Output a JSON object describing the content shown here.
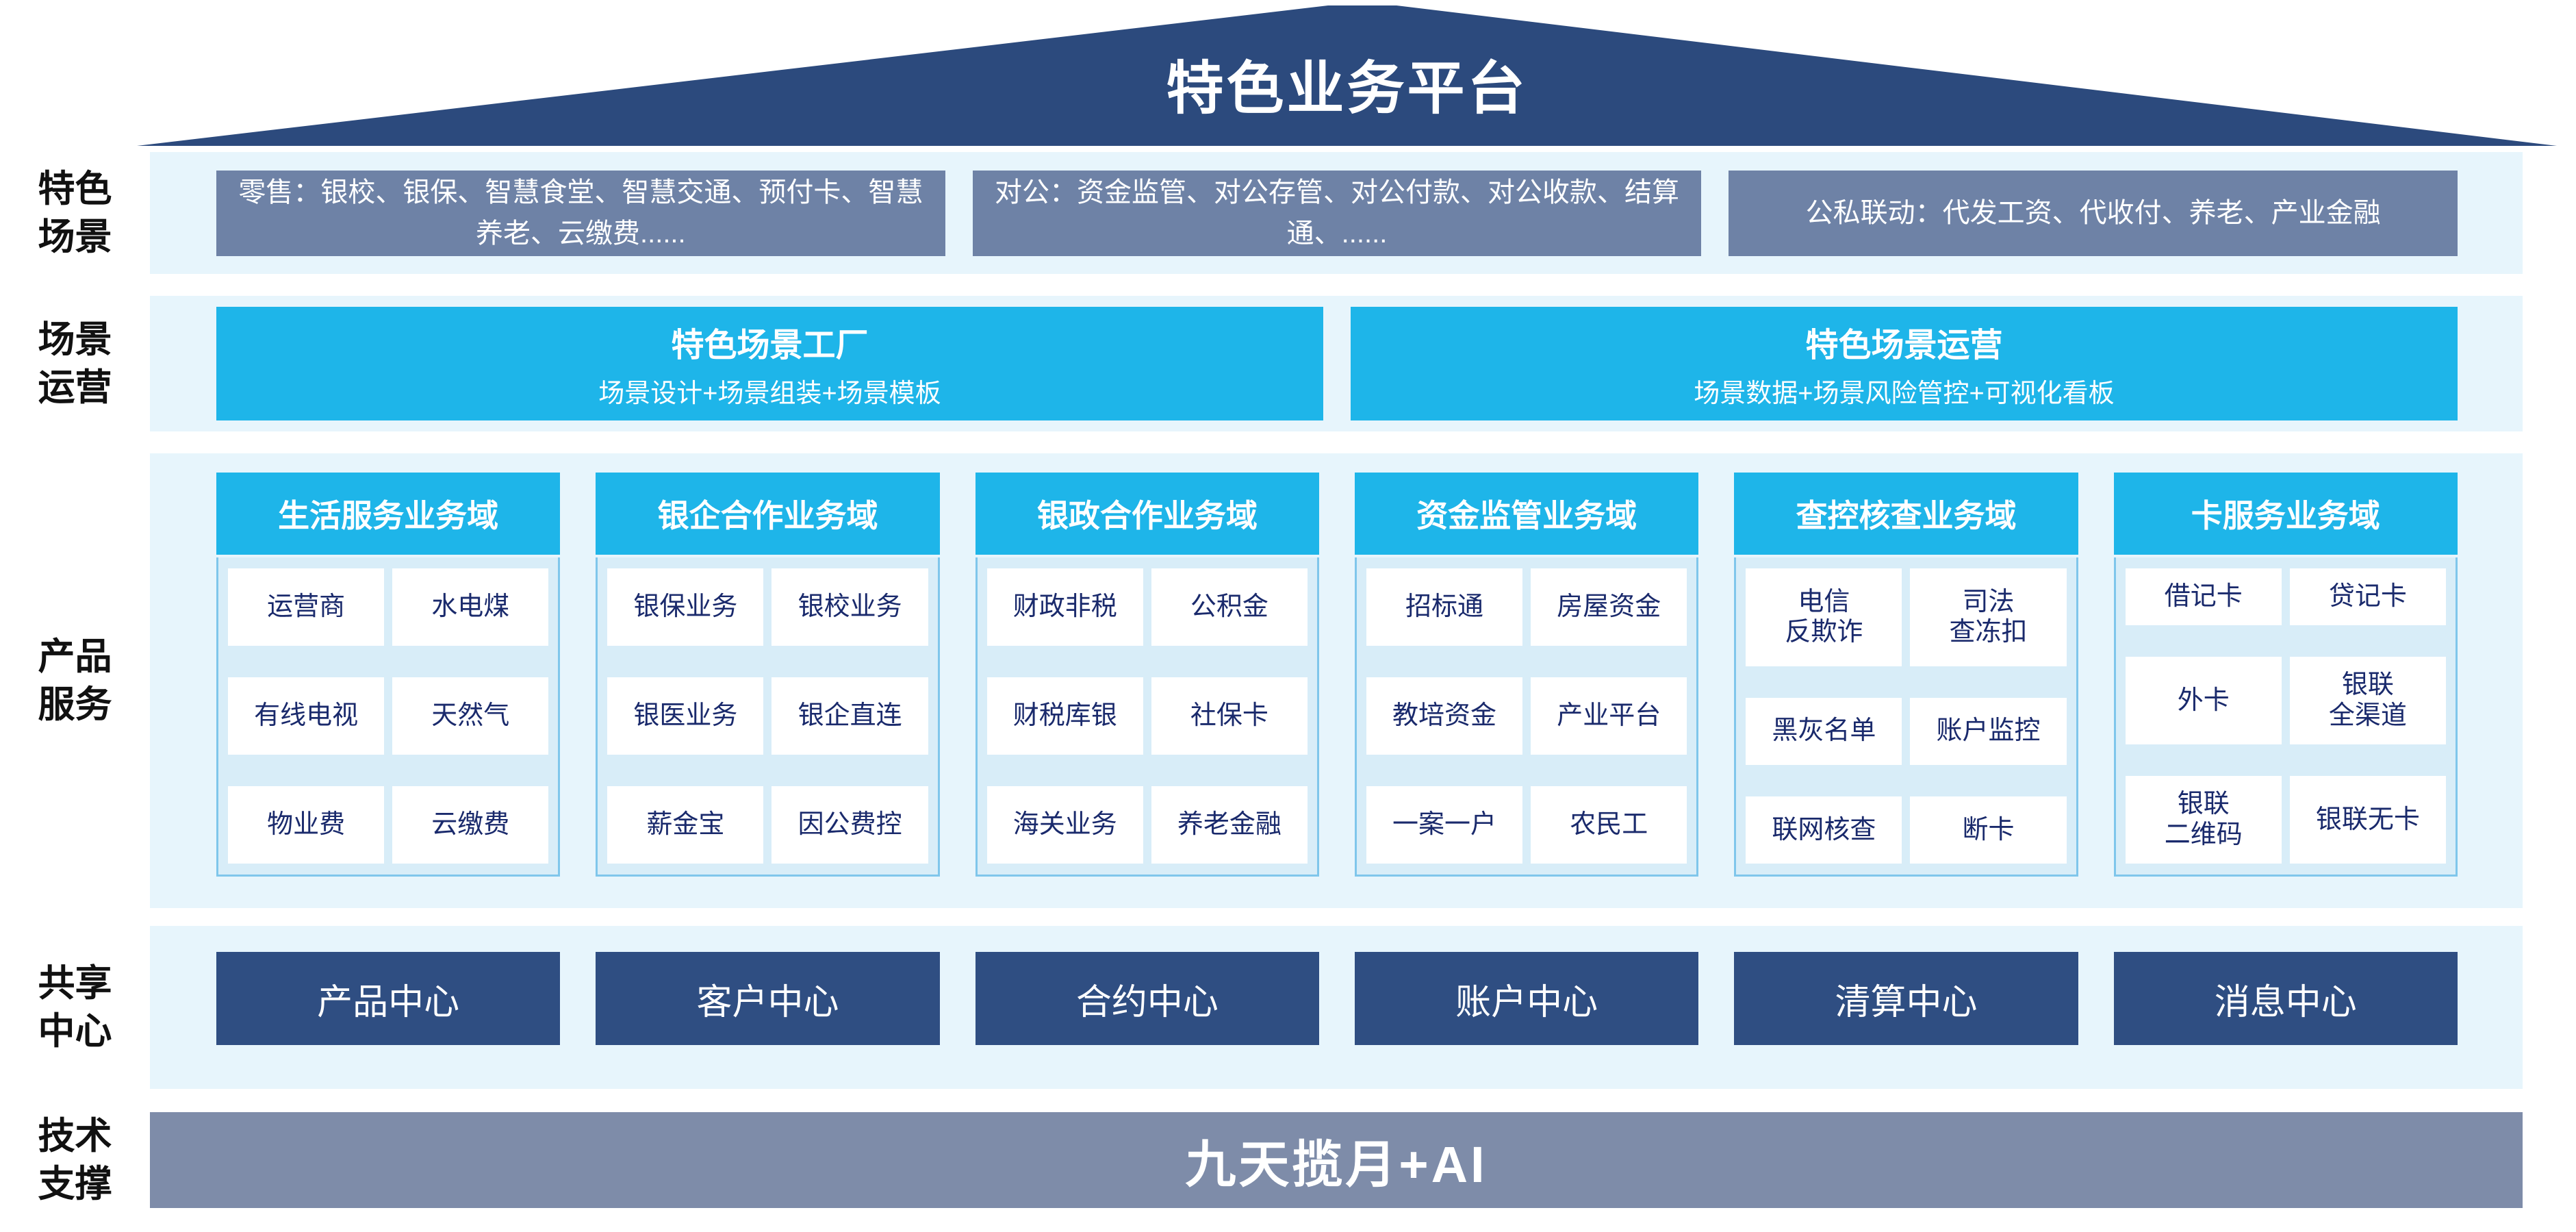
{
  "page": {
    "title": "特色业务平台"
  },
  "colors": {
    "roof_navy": "#2c4a7d",
    "cyan": "#1eb5e9",
    "band_light_blue": "#e7f5fc",
    "slate_box": "#6e82a6",
    "card_body": "#d8edf8",
    "cell_text_navy": "#1a2a6c",
    "center_navy": "#2f4e82",
    "tech_gray": "#7e8ca9"
  },
  "side_labels": [
    {
      "id": "scenes",
      "text": "特色\n场景"
    },
    {
      "id": "operation",
      "text": "场景\n运营"
    },
    {
      "id": "products",
      "text": "产品\n服务"
    },
    {
      "id": "centers",
      "text": "共享\n中心"
    },
    {
      "id": "tech",
      "text": "技术\n支撑"
    }
  ],
  "scenes": {
    "boxes": [
      "零售：银校、银保、智慧食堂、智慧交通、预付卡、智慧养老、云缴费......",
      "对公：资金监管、对公存管、对公付款、对公收款、结算通、......",
      "公私联动：代发工资、代收付、养老、产业金融"
    ]
  },
  "operation": {
    "blocks": [
      {
        "title": "特色场景工厂",
        "subtitle": "场景设计+场景组装+场景模板"
      },
      {
        "title": "特色场景运营",
        "subtitle": "场景数据+场景风险管控+可视化看板"
      }
    ]
  },
  "products": {
    "domains": [
      {
        "title": "生活服务业务域",
        "items": [
          "运营商",
          "水电煤",
          "有线电视",
          "天然气",
          "物业费",
          "云缴费"
        ]
      },
      {
        "title": "银企合作业务域",
        "items": [
          "银保业务",
          "银校业务",
          "银医业务",
          "银企直连",
          "薪金宝",
          "因公费控"
        ]
      },
      {
        "title": "银政合作业务域",
        "items": [
          "财政非税",
          "公积金",
          "财税库银",
          "社保卡",
          "海关业务",
          "养老金融"
        ]
      },
      {
        "title": "资金监管业务域",
        "items": [
          "招标通",
          "房屋资金",
          "教培资金",
          "产业平台",
          "一案一户",
          "农民工"
        ]
      },
      {
        "title": "查控核查业务域",
        "items": [
          "电信\n反欺诈",
          "司法\n查冻扣",
          "黑灰名单",
          "账户监控",
          "联网核查",
          "断卡"
        ]
      },
      {
        "title": "卡服务业务域",
        "items": [
          "借记卡",
          "贷记卡",
          "外卡",
          "银联\n全渠道",
          "银联\n二维码",
          "银联无卡"
        ]
      }
    ]
  },
  "centers": {
    "boxes": [
      "产品中心",
      "客户中心",
      "合约中心",
      "账户中心",
      "清算中心",
      "消息中心"
    ]
  },
  "tech": {
    "label": "九天揽月+AI"
  }
}
